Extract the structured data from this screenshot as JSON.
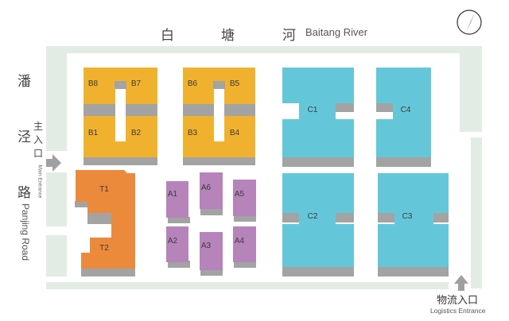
{
  "river": {
    "chars": [
      "白",
      "塘",
      "河"
    ],
    "name_en": "Baitang River"
  },
  "road": {
    "chars": [
      "潘",
      "泾",
      "路"
    ],
    "name_en": "Panjing Road"
  },
  "main_entrance": {
    "chars": [
      "主",
      "入",
      "口"
    ],
    "label_en": "Main Entrance"
  },
  "logistics_entrance": {
    "label_cn": "物流入口",
    "label_en": "Logistics Entrance"
  },
  "compass": {
    "icon": "north-arrow-icon"
  },
  "colors": {
    "road": "#e3ece4",
    "yellow_block": "#f0b22e",
    "orange_block": "#ec8a3b",
    "purple_block": "#b683ba",
    "blue_block": "#64c7d9",
    "connector": "#a3a3a3",
    "arrow": "#a0a0a0"
  },
  "buildings": {
    "b8": "B8",
    "b7": "B7",
    "b6": "B6",
    "b5": "B5",
    "b1": "B1",
    "b2": "B2",
    "b3": "B3",
    "b4": "B4",
    "t1": "T1",
    "t2": "T2",
    "a1": "A1",
    "a6": "A6",
    "a5": "A5",
    "a2": "A2",
    "a3": "A3",
    "a4": "A4",
    "c1": "C1",
    "c4": "C4",
    "c2": "C2",
    "c3": "C3"
  }
}
